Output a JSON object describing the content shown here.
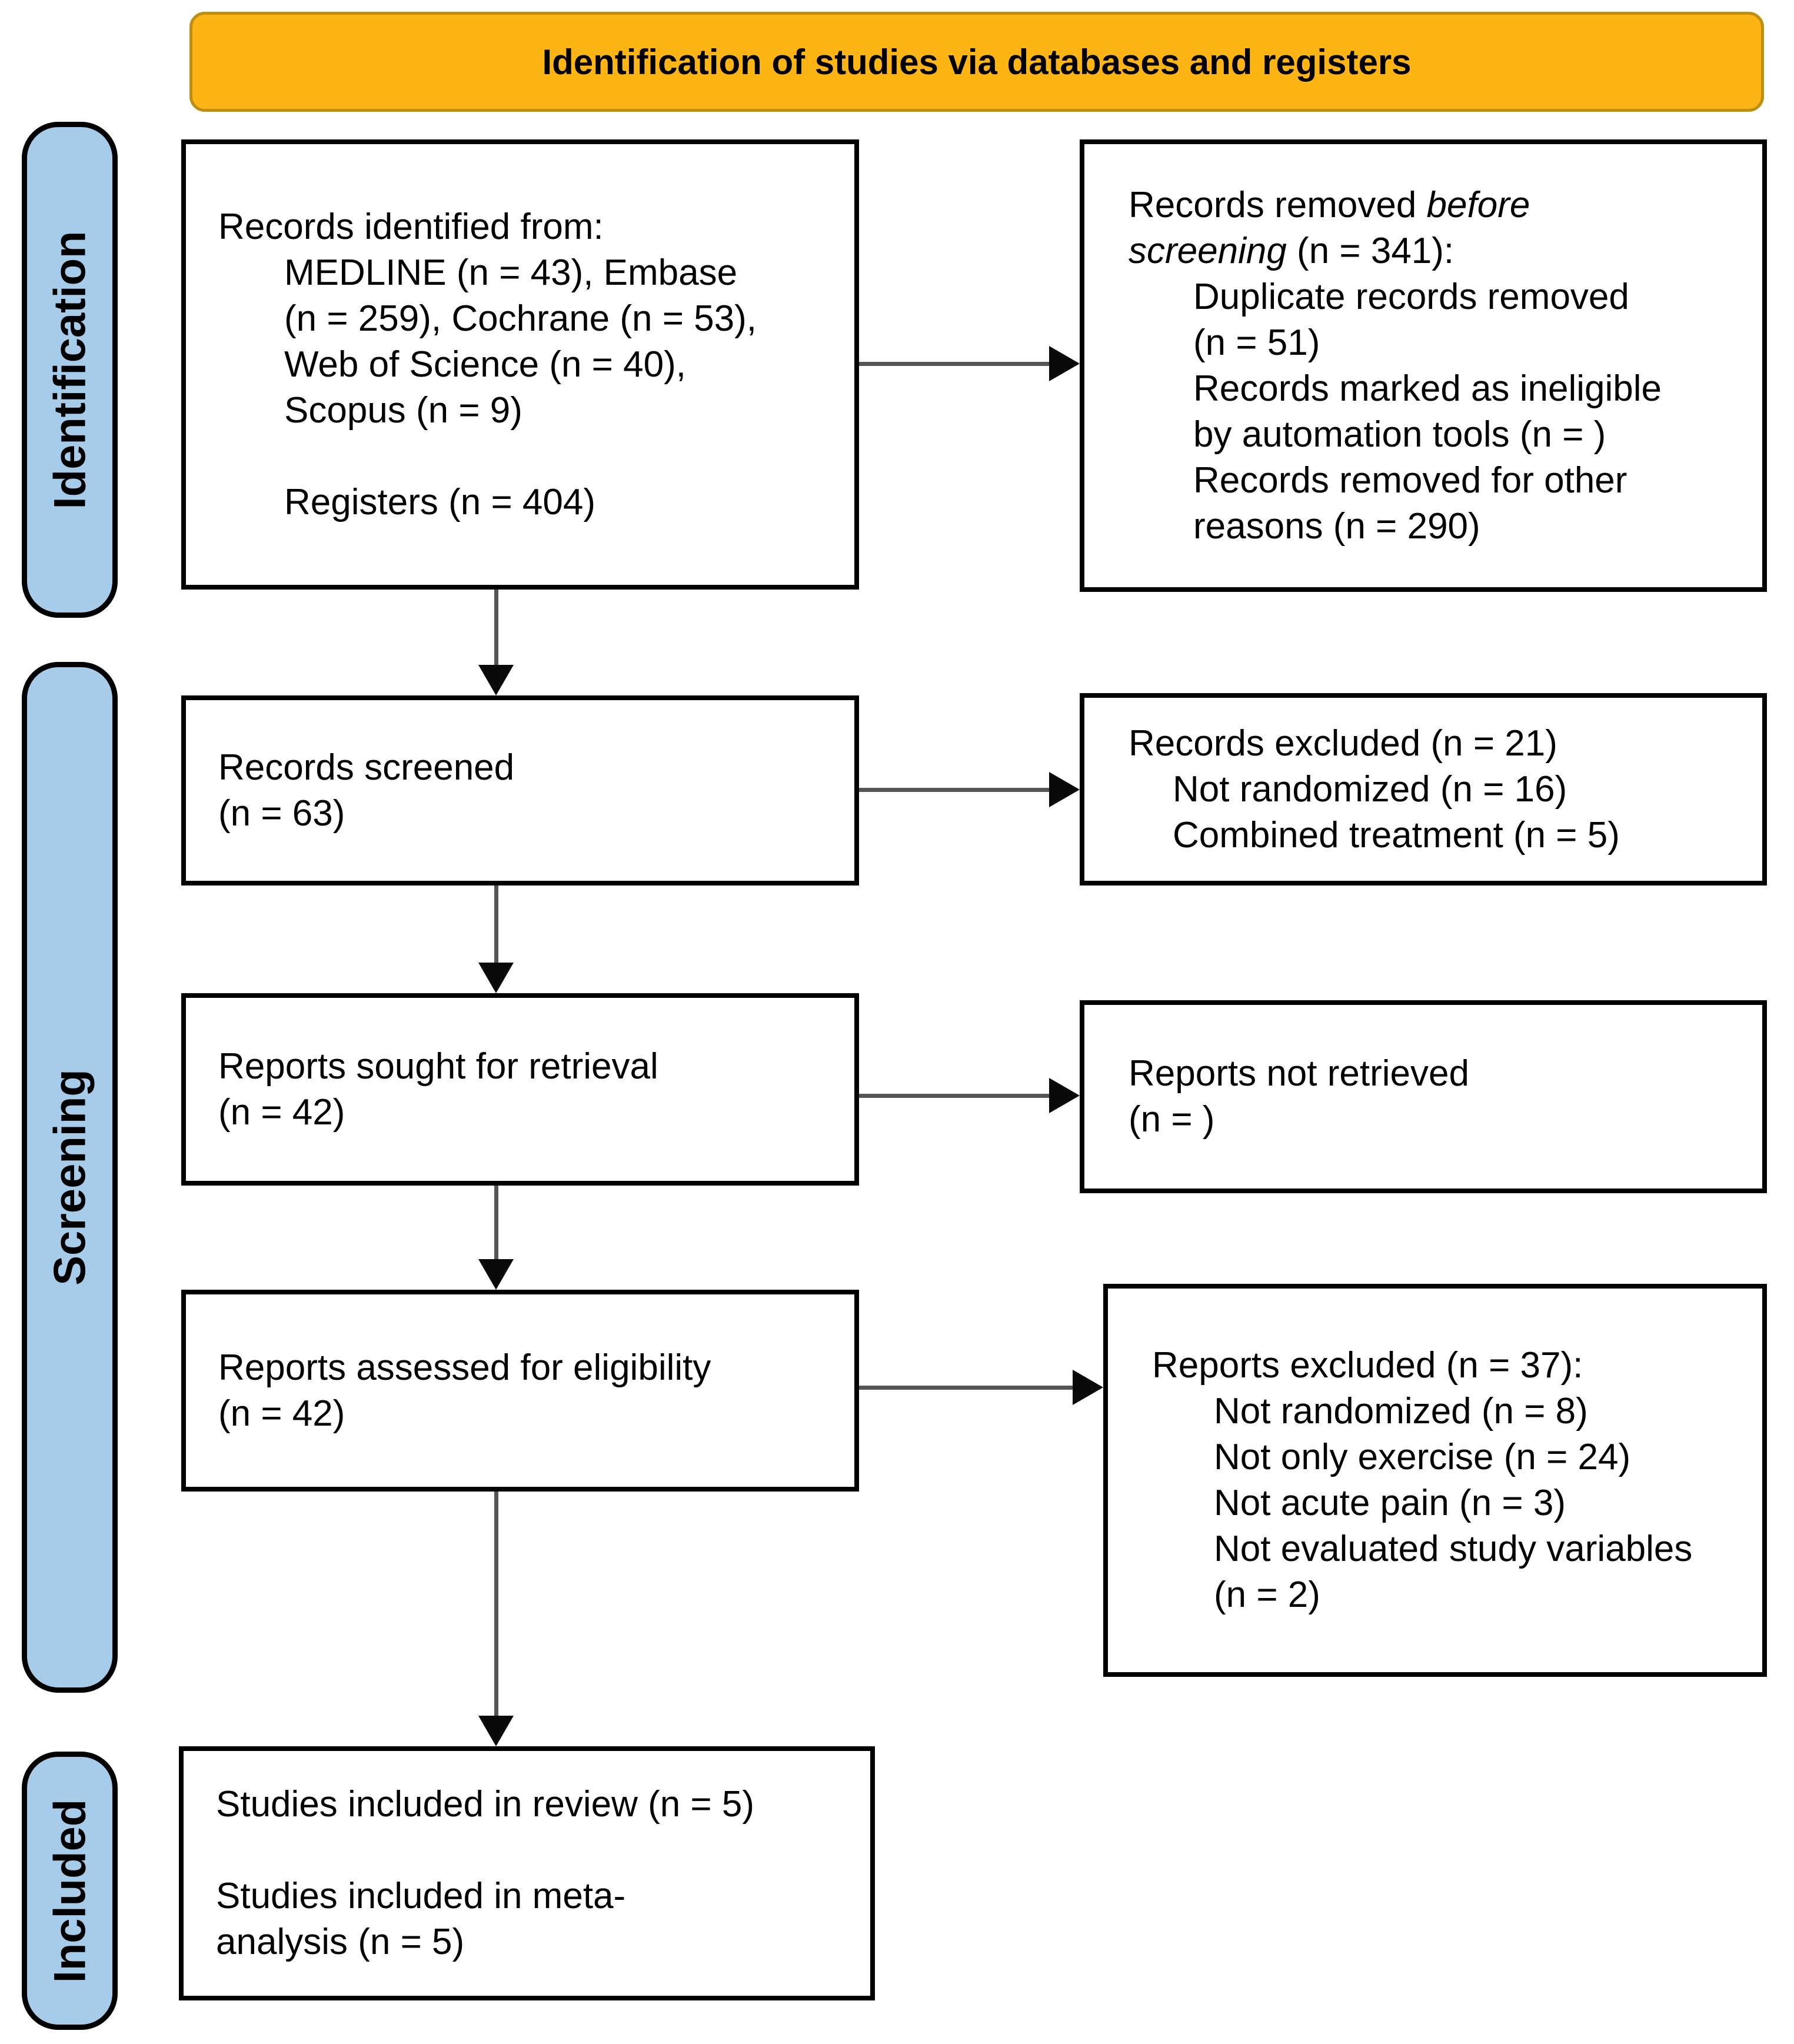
{
  "colors": {
    "background": "#FFFFFF",
    "text": "#000000",
    "header_fill": "#FCB515",
    "header_border": "#BE8E10",
    "sidebar_fill": "#A6CCEA",
    "box_border": "#000000",
    "arrow_line": "#555555",
    "arrow_head": "#0A0A0A"
  },
  "header": {
    "title": "Identification of studies via databases and registers"
  },
  "sidebars": {
    "identification": "Identification",
    "screening": "Screening",
    "included": "Included"
  },
  "icons": {
    "flow_arrow_right": "css-triangle-right",
    "flow_arrow_down": "css-triangle-down"
  },
  "boxes": {
    "identified": {
      "intro": "Records identified from:",
      "sources": [
        "MEDLINE (n = 43), Embase",
        "(n = 259), Cochrane (n = 53),",
        "Web of Science (n = 40),",
        "Scopus (n = 9)"
      ],
      "registers": "Registers (n = 404)"
    },
    "removed": {
      "line1_normal": "Records removed ",
      "line1_italic": "before",
      "line2_italic": "screening",
      "line2_normal": " (n = 341):",
      "items": [
        "Duplicate records removed",
        "(n = 51)",
        "Records marked as ineligible",
        "by automation tools (n = )",
        "Records removed for other",
        "reasons (n = 290)"
      ]
    },
    "screened": {
      "line1": "Records screened",
      "line2": "(n = 63)"
    },
    "records_excluded": {
      "title": "Records excluded (n = 21)",
      "items": [
        "Not randomized (n = 16)",
        "Combined treatment (n = 5)"
      ]
    },
    "sought": {
      "line1": "Reports sought for retrieval",
      "line2": "(n = 42)"
    },
    "not_retrieved": {
      "line1": "Reports not retrieved",
      "line2": "(n = )"
    },
    "assessed": {
      "line1": "Reports assessed for eligibility",
      "line2": "(n = 42)"
    },
    "reports_excluded": {
      "title": "Reports excluded (n = 37):",
      "items": [
        "Not randomized (n = 8)",
        "Not only exercise (n = 24)",
        "Not acute pain (n = 3)",
        "Not evaluated study variables",
        "(n = 2)"
      ]
    },
    "included": {
      "line1": "Studies included in review (n = 5)",
      "line2": "Studies included in meta-",
      "line3": "analysis (n = 5)"
    }
  }
}
